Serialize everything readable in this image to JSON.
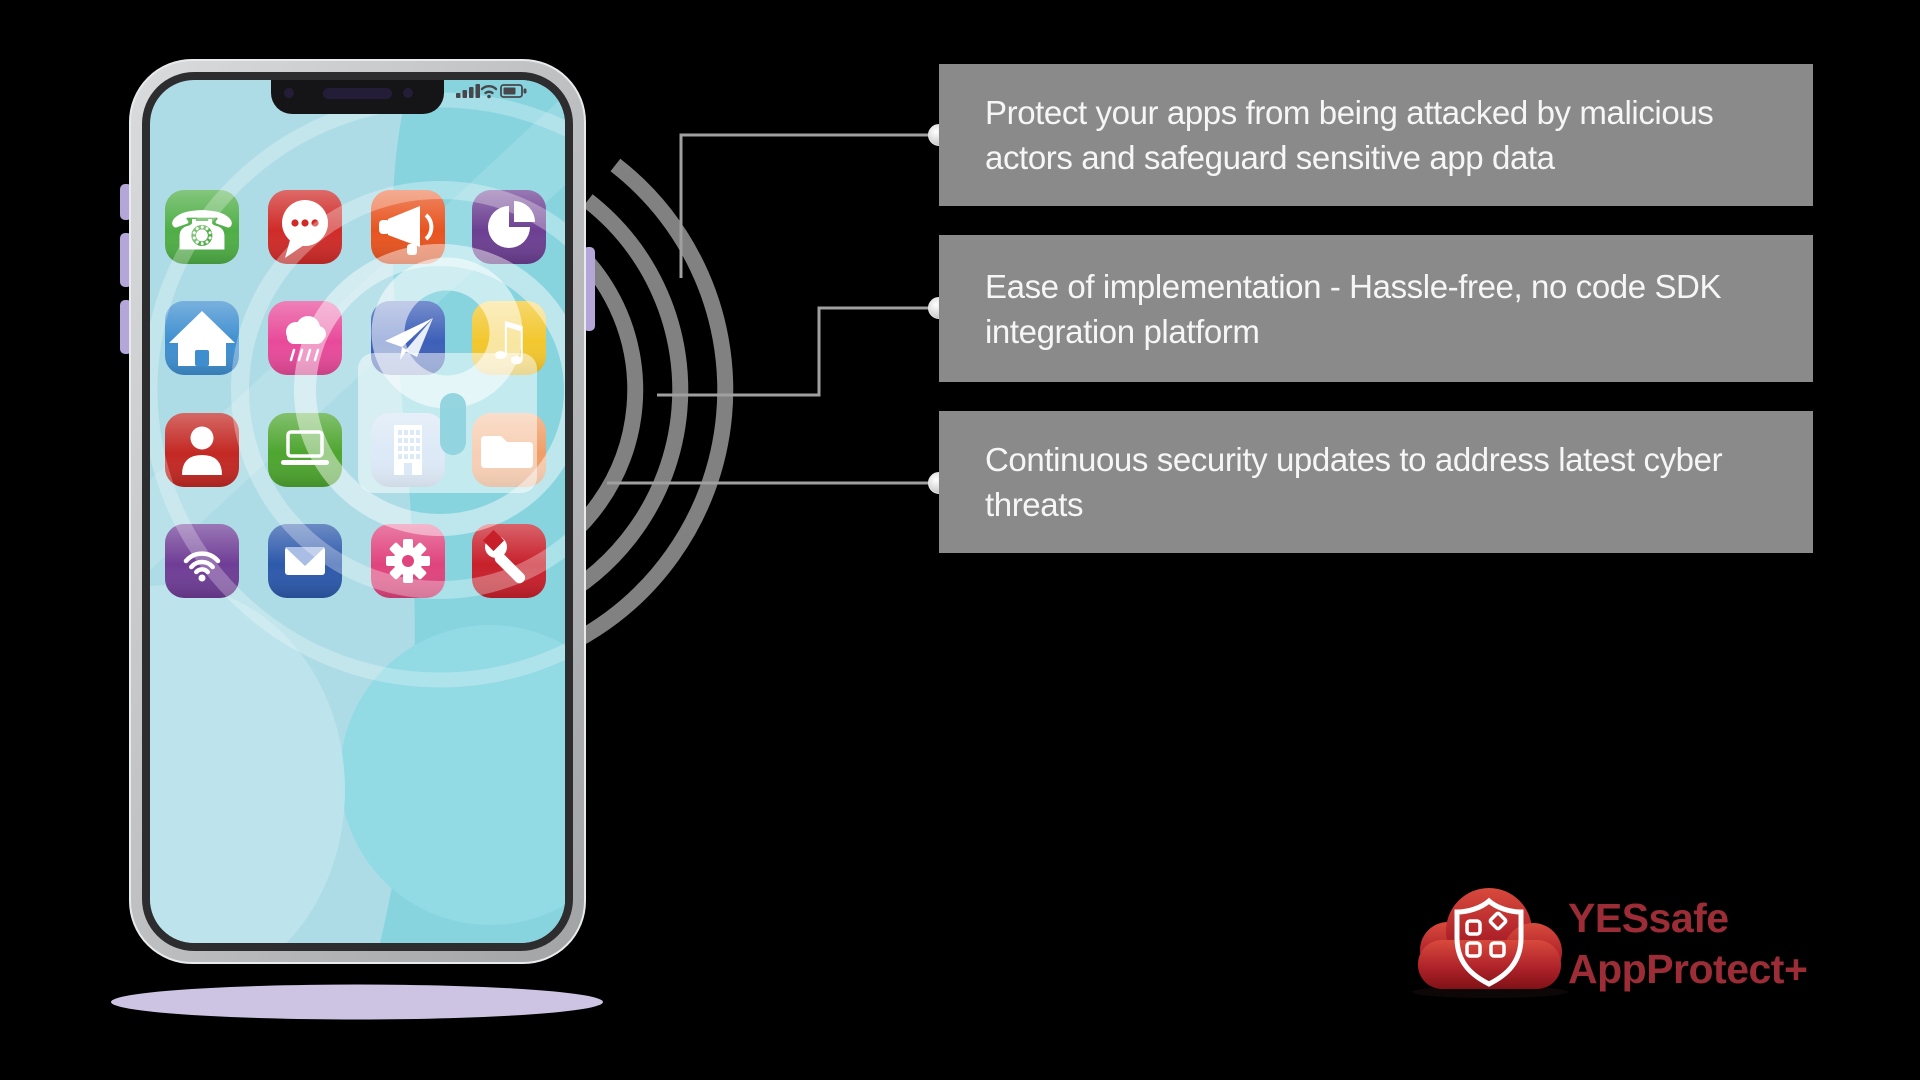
{
  "scene": {
    "background": "#000000",
    "description": "Smartphone with app icons and translucent security lock, three feature callouts, YESsafe AppProtect+ logo"
  },
  "callouts": {
    "box_bg": "#8a8a8a",
    "text_color": "#f6f6f6",
    "connector_color": "#a0a0a0",
    "items": [
      {
        "text": "Protect your apps from being attacked by malicious\nactors and safeguard sensitive app data"
      },
      {
        "text": "Ease of implementation - Hassle-free, no code SDK\nintegration platform"
      },
      {
        "text": "Continuous security updates to address latest cyber\nthreats"
      }
    ]
  },
  "logo": {
    "line1": "YESsafe",
    "line2": "AppProtect+",
    "text_color": "#9c2d36",
    "cloud_red_top": "#d84a3c",
    "cloud_red_bottom": "#7f1217"
  },
  "phone": {
    "body_color": "#b6b7b9",
    "bezel_color": "#2d2d2f",
    "wallpaper": "#aedce6",
    "shadow_color": "#cdc3e3",
    "status_icons": [
      "signal-icon",
      "wifi-icon",
      "battery-icon"
    ],
    "glyphs": {
      "phone": "☎",
      "music": "♫"
    },
    "app_icons": [
      {
        "name": "phone",
        "color": "#4fae46"
      },
      {
        "name": "messages",
        "color": "#cf2b28"
      },
      {
        "name": "announcements",
        "color": "#e8541f"
      },
      {
        "name": "pie-chart",
        "color": "#6c3f92"
      },
      {
        "name": "home",
        "color": "#3f8fd0"
      },
      {
        "name": "weather",
        "color": "#e84a9a"
      },
      {
        "name": "send",
        "color": "#3d5fb8"
      },
      {
        "name": "music",
        "color": "#f2c72e"
      },
      {
        "name": "contacts",
        "color": "#c32823"
      },
      {
        "name": "computer",
        "color": "#4ea52f"
      },
      {
        "name": "office",
        "color": "#b9d2ee"
      },
      {
        "name": "files",
        "color": "#ef9e68"
      },
      {
        "name": "wifi",
        "color": "#6f3d96"
      },
      {
        "name": "mail",
        "color": "#2d59ab"
      },
      {
        "name": "settings",
        "color": "#e0447d"
      },
      {
        "name": "tools",
        "color": "#c8202b"
      }
    ]
  }
}
